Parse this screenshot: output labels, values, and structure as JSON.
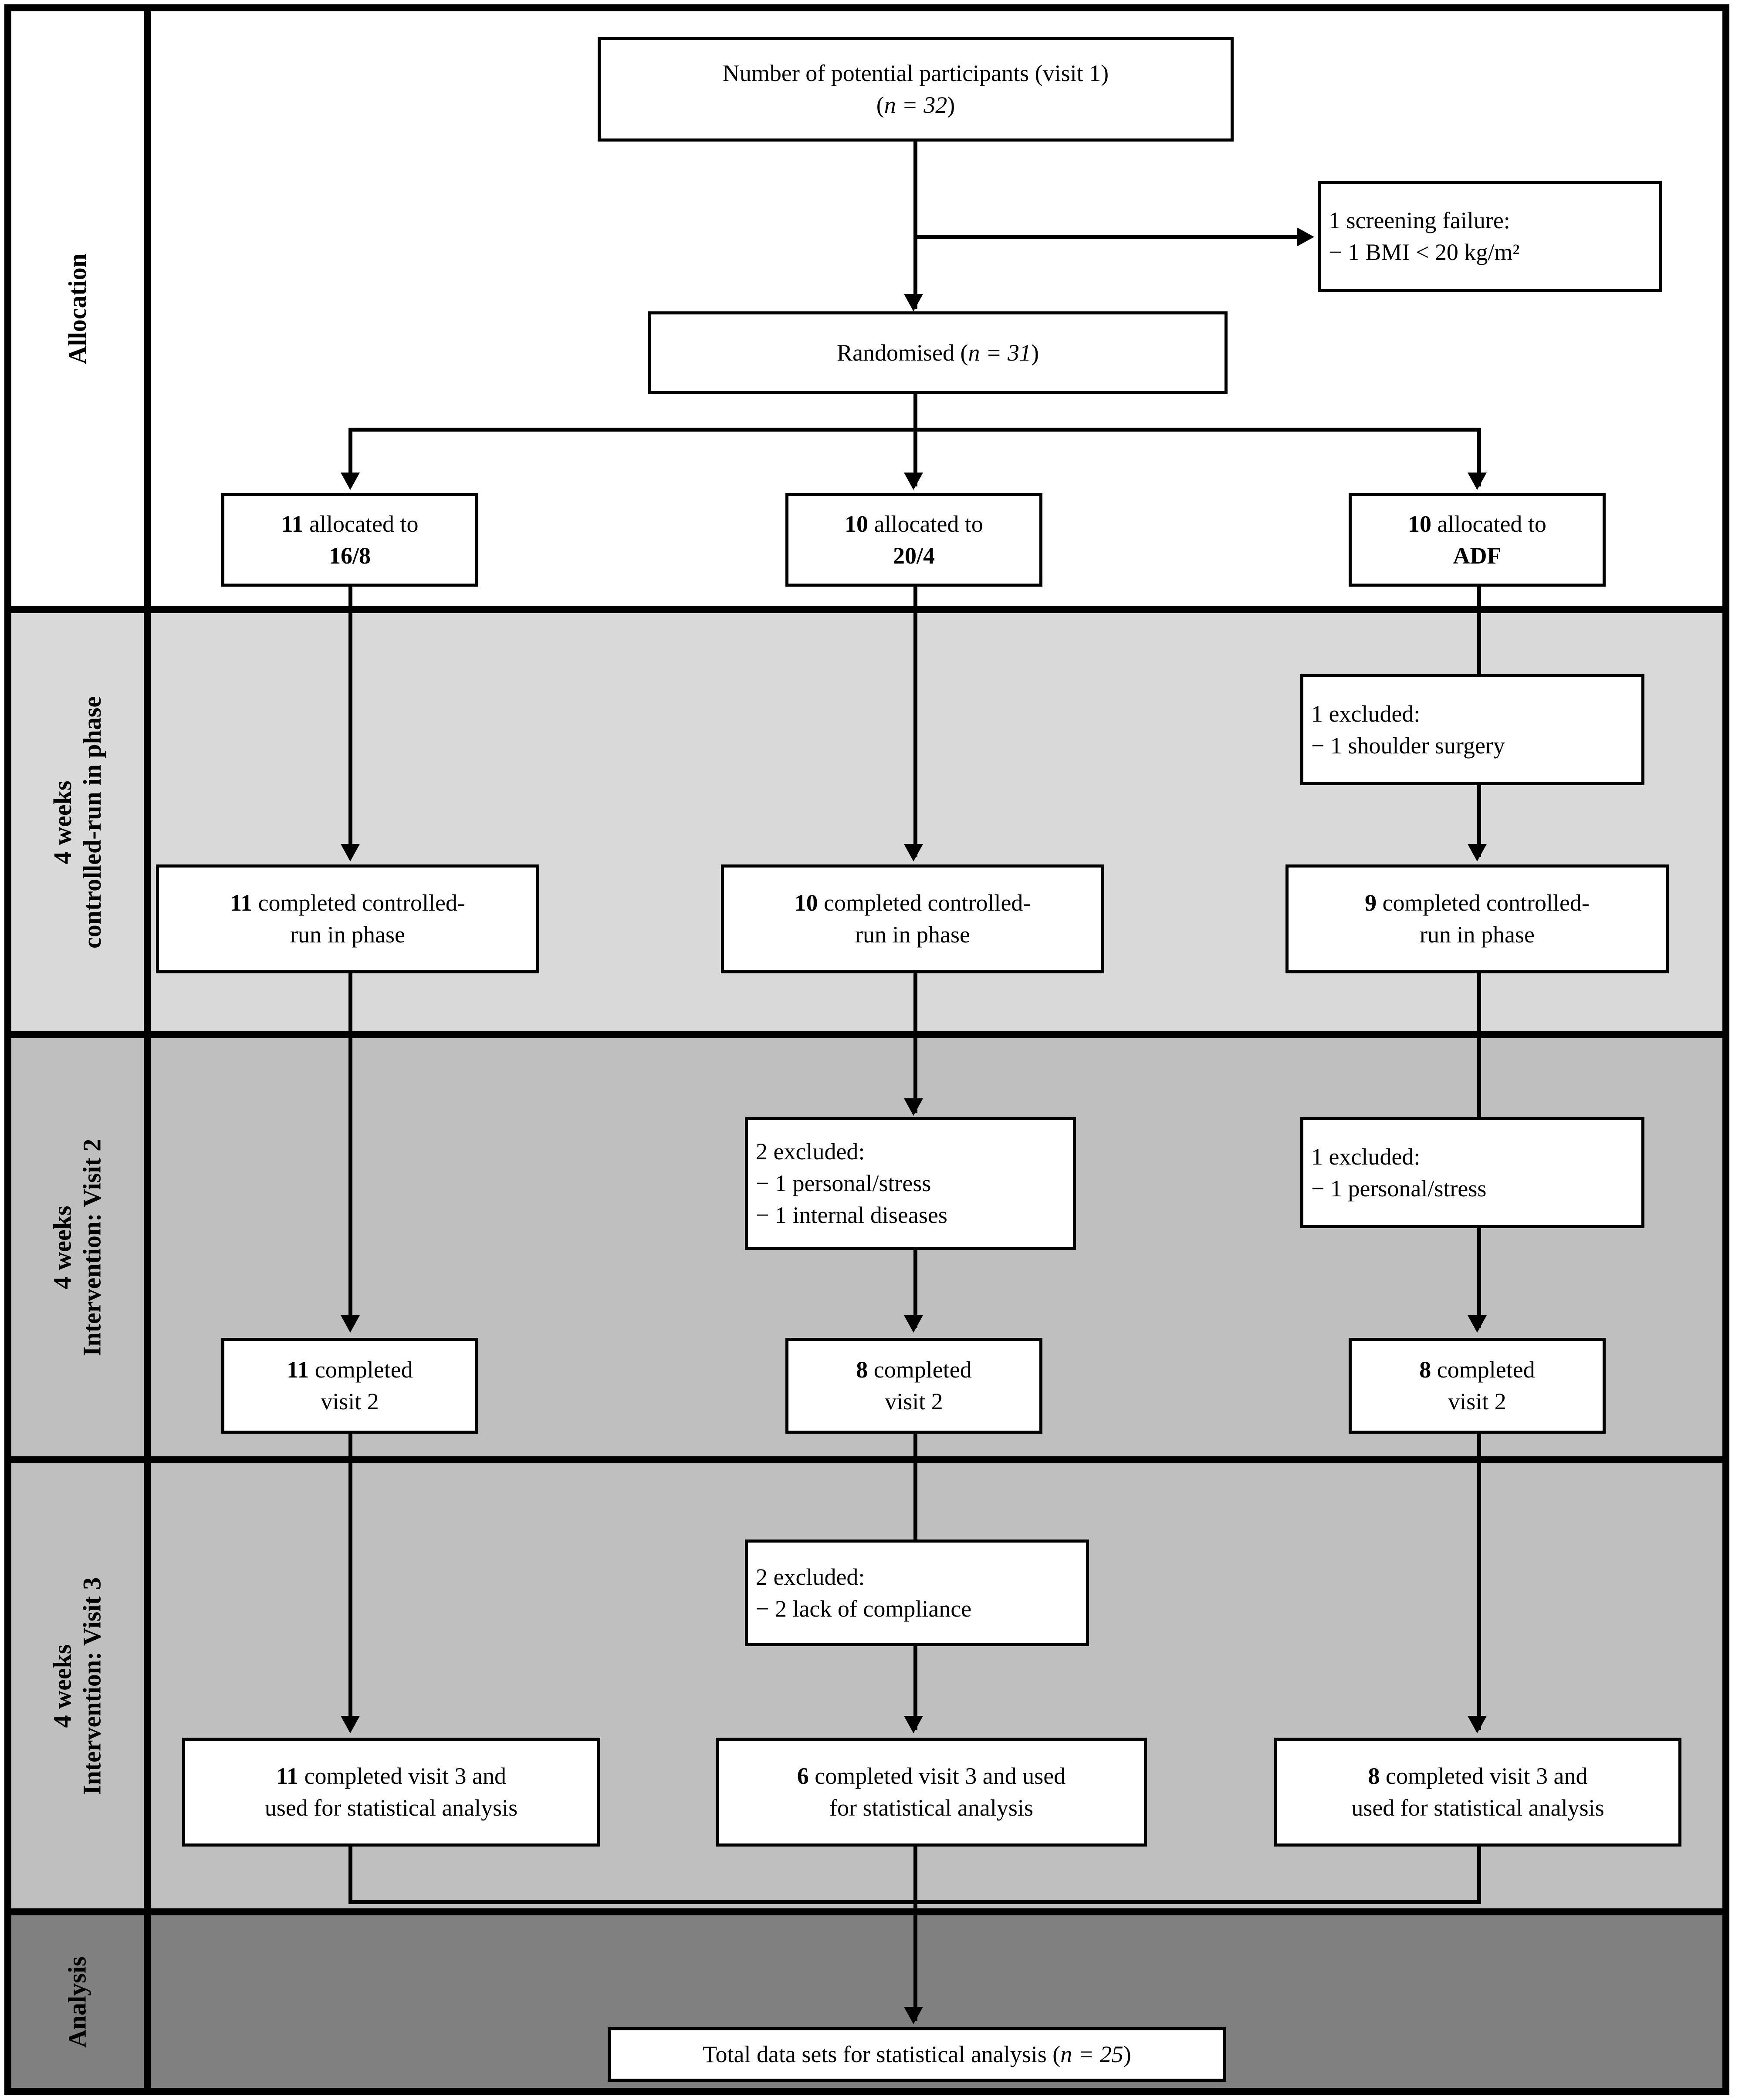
{
  "figure": {
    "type": "consort-flow-diagram",
    "title": "CONSORT participant flow diagram"
  },
  "colors": {
    "band_allocation": "#ffffff",
    "band_runin": "#d9d9d9",
    "band_visit2": "#bfbfbf",
    "band_visit3": "#bfbfbf",
    "band_analysis": "#808080",
    "line": "#000000",
    "box_fill": "#ffffff"
  },
  "phases": [
    {
      "id": "allocation",
      "label_lines": [
        "Allocation"
      ]
    },
    {
      "id": "runin",
      "label_lines": [
        "4 weeks",
        "controlled-run in phase"
      ]
    },
    {
      "id": "visit2",
      "label_lines": [
        "4 weeks",
        "Intervention: Visit 2"
      ]
    },
    {
      "id": "visit3",
      "label_lines": [
        "4 weeks",
        "Intervention: Visit 3"
      ]
    },
    {
      "id": "analysis",
      "label_lines": [
        "Analysis"
      ]
    }
  ],
  "arms": [
    {
      "id": "arm_16_8",
      "name": "16/8"
    },
    {
      "id": "arm_20_4",
      "name": "20/4"
    },
    {
      "id": "arm_adf",
      "name": "ADF"
    }
  ],
  "nodes": {
    "potential": {
      "line1": "Number of potential participants (visit 1)",
      "line2_prefix": "(",
      "line2_italic": "n = 32",
      "line2_suffix": ")",
      "n": 32
    },
    "screening_failure": {
      "line1": "1 screening failure:",
      "line2": "− 1 BMI < 20 kg/m²",
      "count": 1
    },
    "randomised": {
      "text_prefix": "Randomised (",
      "text_italic": "n = 31",
      "text_suffix": ")",
      "n": 31
    },
    "alloc_1": {
      "count": "11",
      "rest": " allocated to",
      "arm": "16/8"
    },
    "alloc_2": {
      "count": "10",
      "rest": " allocated to",
      "arm": "20/4"
    },
    "alloc_3": {
      "count": "10",
      "rest": " allocated to",
      "arm": "ADF"
    },
    "runin_excl_3": {
      "line1": "1 excluded:",
      "line2": "− 1 shoulder surgery",
      "count": 1
    },
    "runin_done_1": {
      "count": "11",
      "rest": " completed controlled-",
      "line2": "run in phase"
    },
    "runin_done_2": {
      "count": "10",
      "rest": " completed controlled-",
      "line2": "run in phase"
    },
    "runin_done_3": {
      "count": "9",
      "rest": " completed controlled-",
      "line2": "run in phase"
    },
    "v2_excl_2": {
      "line1": "2 excluded:",
      "line2": "− 1 personal/stress",
      "line3": "− 1 internal diseases",
      "count": 2
    },
    "v2_excl_3": {
      "line1": "1 excluded:",
      "line2": "− 1 personal/stress",
      "count": 1
    },
    "v2_done_1": {
      "count": "11",
      "rest": " completed",
      "line2": "visit 2"
    },
    "v2_done_2": {
      "count": "8",
      "rest": " completed",
      "line2": "visit 2"
    },
    "v2_done_3": {
      "count": "8",
      "rest": " completed",
      "line2": "visit 2"
    },
    "v3_excl_2": {
      "line1": "2 excluded:",
      "line2": "− 2 lack of compliance",
      "count": 2
    },
    "v3_done_1": {
      "count": "11",
      "rest": " completed visit 3 and",
      "line2": "used for statistical analysis"
    },
    "v3_done_2": {
      "count": "6",
      "rest": " completed visit 3 and used",
      "line2": "for statistical analysis"
    },
    "v3_done_3": {
      "count": "8",
      "rest": " completed visit 3 and",
      "line2": "used for statistical analysis"
    },
    "total": {
      "text_prefix": "Total data sets for statistical analysis (",
      "text_italic": "n = 25",
      "text_suffix": ")",
      "n": 25
    }
  }
}
